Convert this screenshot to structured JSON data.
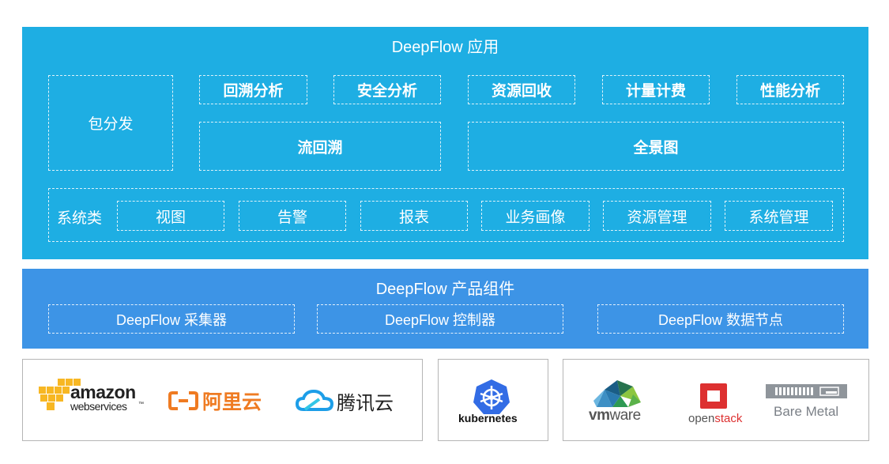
{
  "app_layer": {
    "title": "DeepFlow 应用",
    "packet_distribution": "包分发",
    "top_row": [
      "回溯分析",
      "安全分析",
      "资源回收",
      "计量计费",
      "性能分析"
    ],
    "flow_backtrace": "流回溯",
    "panorama": "全景图",
    "system_row": {
      "label": "系统类",
      "items": [
        "视图",
        "告警",
        "报表",
        "业务画像",
        "资源管理",
        "系统管理"
      ]
    }
  },
  "component_layer": {
    "title": "DeepFlow 产品组件",
    "items": [
      "DeepFlow 采集器",
      "DeepFlow 控制器",
      "DeepFlow 数据节点"
    ]
  },
  "platforms": {
    "public_cloud": {
      "aws": {
        "line1": "amazon",
        "line2": "webservices",
        "tm": "™"
      },
      "aliyun": {
        "bracket": "(-)",
        "name": "阿里云"
      },
      "tencent": {
        "name": "腾讯云"
      }
    },
    "container": {
      "kubernetes": "kubernetes"
    },
    "private": {
      "vmware": {
        "vm": "vm",
        "ware": "ware"
      },
      "openstack": {
        "open": "open",
        "stack": "stack"
      },
      "bare_metal": "Bare Metal"
    }
  },
  "colors": {
    "app_layer_bg": "#1eaee3",
    "component_layer_bg": "#3d94e6",
    "aws_orange": "#f7b723",
    "aliyun_orange": "#ef7b22",
    "tencent_blue": "#1d9ee8",
    "k8s_blue": "#326ce5",
    "openstack_red": "#dd3030",
    "bare_metal_gray": "#8f959b"
  }
}
